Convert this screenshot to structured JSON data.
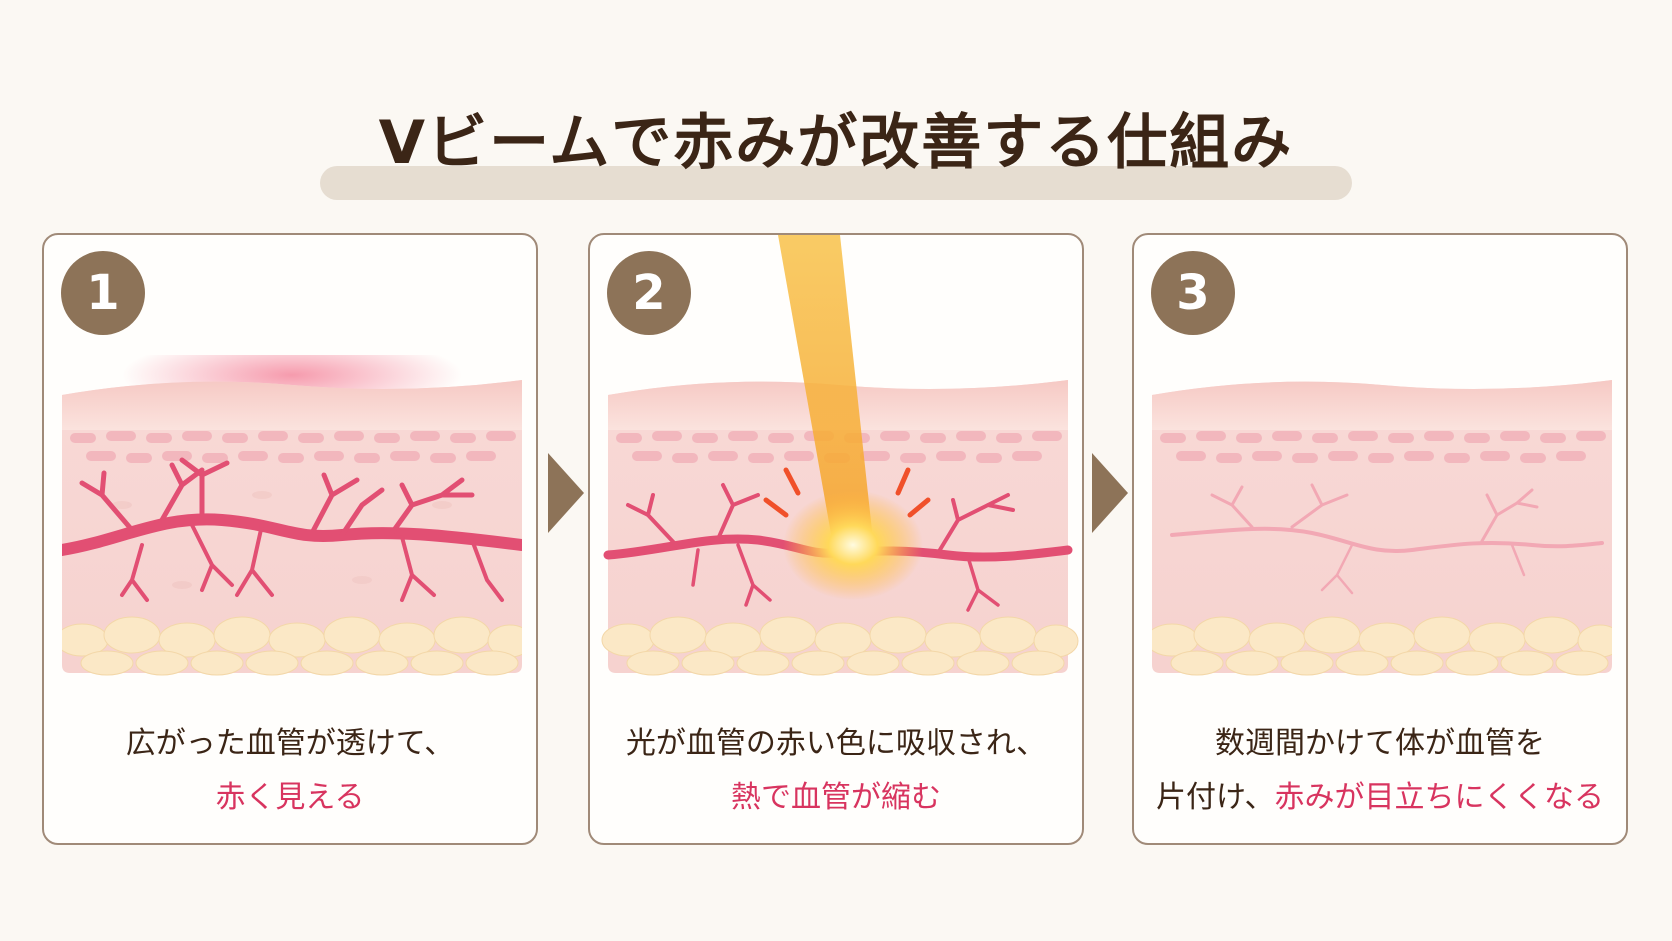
{
  "title": "Vビームで赤みが改善する仕組み",
  "colors": {
    "accent": "#d8345f",
    "brown": "#8d7358",
    "title_bar": "#e6ddd1"
  },
  "steps": [
    {
      "number": "1",
      "caption_line1": "広がった血管が透けて、",
      "caption_line2": "赤く見える"
    },
    {
      "number": "2",
      "caption_line1": "光が血管の赤い色に吸収され、",
      "caption_line2": "熱で血管が縮む"
    },
    {
      "number": "3",
      "caption_line1": "数週間かけて体が血管を",
      "caption_line2_plain": "片付け、",
      "caption_line2": "赤みが目立ちにくくなる"
    }
  ]
}
